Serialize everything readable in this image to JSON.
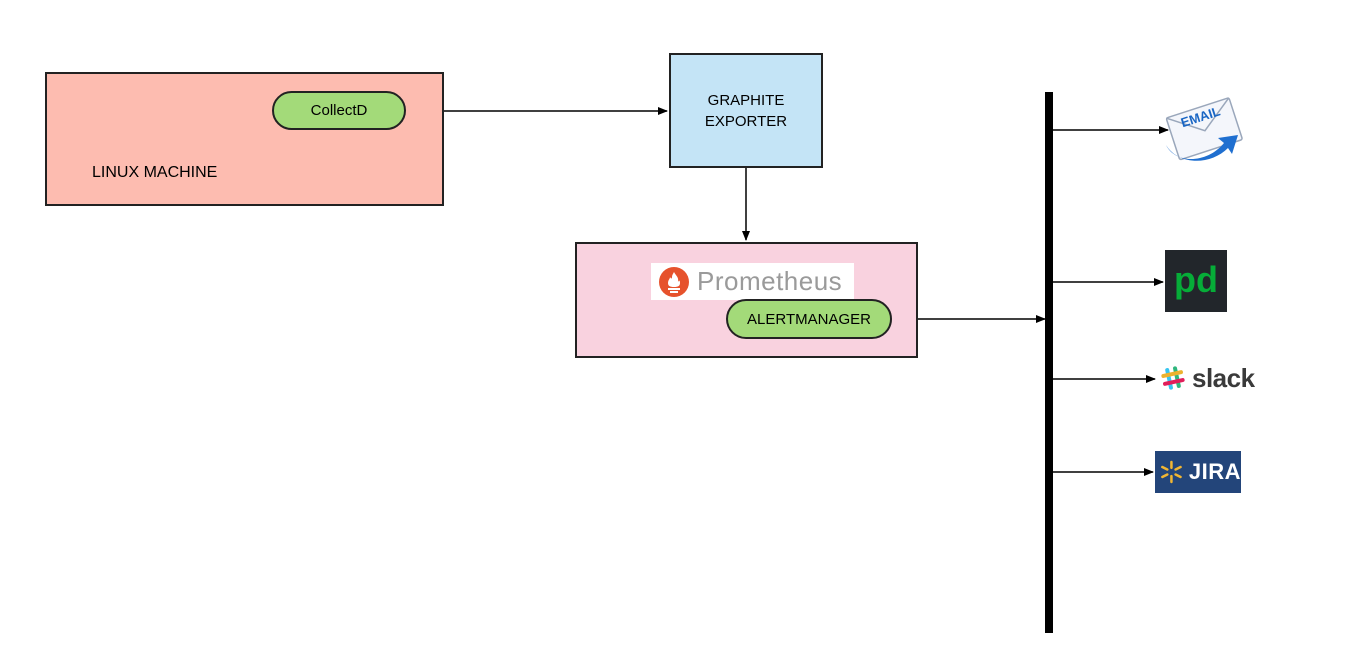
{
  "nodes": {
    "linux_machine": "LINUX MACHINE",
    "collectd": "CollectD",
    "graphite_exporter": [
      "GRAPHITE",
      "EXPORTER"
    ],
    "prometheus": "Prometheus",
    "alertmanager": "ALERTMANAGER"
  },
  "destinations": {
    "email": "EMAIL",
    "pagerduty": "pd",
    "slack": "slack",
    "jira": "JIRA"
  },
  "icons": [
    "prometheus-flame-icon",
    "email-envelope-icon",
    "pagerduty-logo-icon",
    "slack-hash-icon",
    "jira-sparkle-icon"
  ],
  "colors": {
    "linux_fill": "#fdbcb0",
    "pill_fill": "#a3da79",
    "graphite_fill": "#c4e4f6",
    "prometheus_fill": "#f9d2df",
    "prometheus_orange": "#e6522c",
    "pagerduty_green": "#06ac38",
    "jira_blue": "#23457a"
  }
}
